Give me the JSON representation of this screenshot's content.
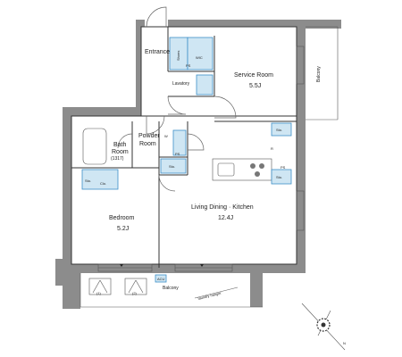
{
  "rooms": {
    "entrance": "Entrance",
    "service_room": "Service Room",
    "service_room_area": "5.5J",
    "lavatory": "Lavatory",
    "powder_room_line1": "Powder",
    "powder_room_line2": "Room",
    "bath_line1": "Bath",
    "bath_line2": "Room",
    "bath_size": "(1317)",
    "bedroom": "Bedroom",
    "bedroom_area": "5.2J",
    "ldk": "Living Dining · Kitchen",
    "ldk_area": "12.4J",
    "balcony_right": "Balcony",
    "balcony_bottom": "Balcony"
  },
  "fixtures": {
    "shoes_storage": "Shoes",
    "wic": "WIC",
    "ps_entrance": "PS",
    "ps_powder": "PS",
    "ps_kitchen": "PS",
    "sto_service": "Sto.",
    "sto_powder": "Sto.",
    "sto_kitchen": "Sto.",
    "sto_bedroom": "Sto.",
    "clo_bedroom": "Clo.",
    "wm": "W",
    "refrigerator": "R",
    "ac_1": "(1)",
    "ac_2": "(2)",
    "acu": "ACU",
    "laundry_hanger": "laundry hanger"
  },
  "compass_label": "N"
}
